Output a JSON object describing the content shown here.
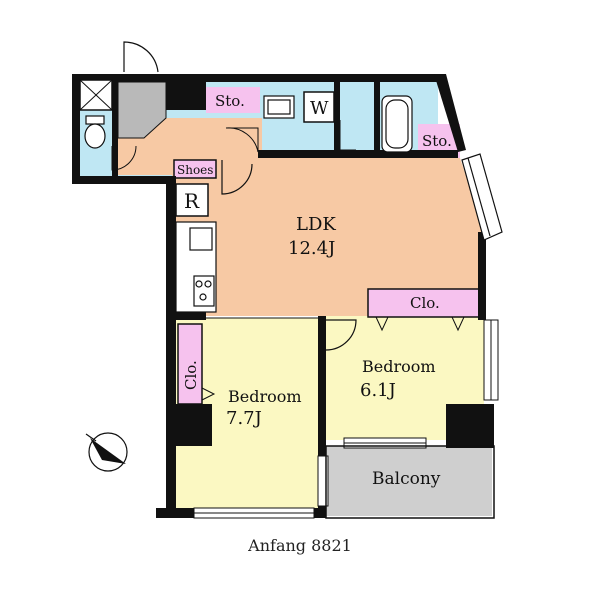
{
  "rooms": {
    "ldk": {
      "name": "LDK",
      "size": "12.4J"
    },
    "bedroom_left": {
      "name": "Bedroom",
      "size": "7.7J"
    },
    "bedroom_right": {
      "name": "Bedroom",
      "size": "6.1J"
    },
    "balcony": {
      "name": "Balcony"
    }
  },
  "labels": {
    "storage_top": "Sto.",
    "storage_right": "Sto.",
    "washer": "W",
    "shoes": "Shoes",
    "refrigerator": "R",
    "closet_top": "Clo.",
    "closet_left": "Clo."
  },
  "caption": "Anfang 8821",
  "colors": {
    "ldk": "#f7c9a4",
    "bedroom": "#fbf8c2",
    "wet_area": "#bfe7f3",
    "closet": "#f6c2ee",
    "balcony": "#cfcfcf",
    "wall": "#111111"
  },
  "compass_icon": "north-arrow-icon"
}
